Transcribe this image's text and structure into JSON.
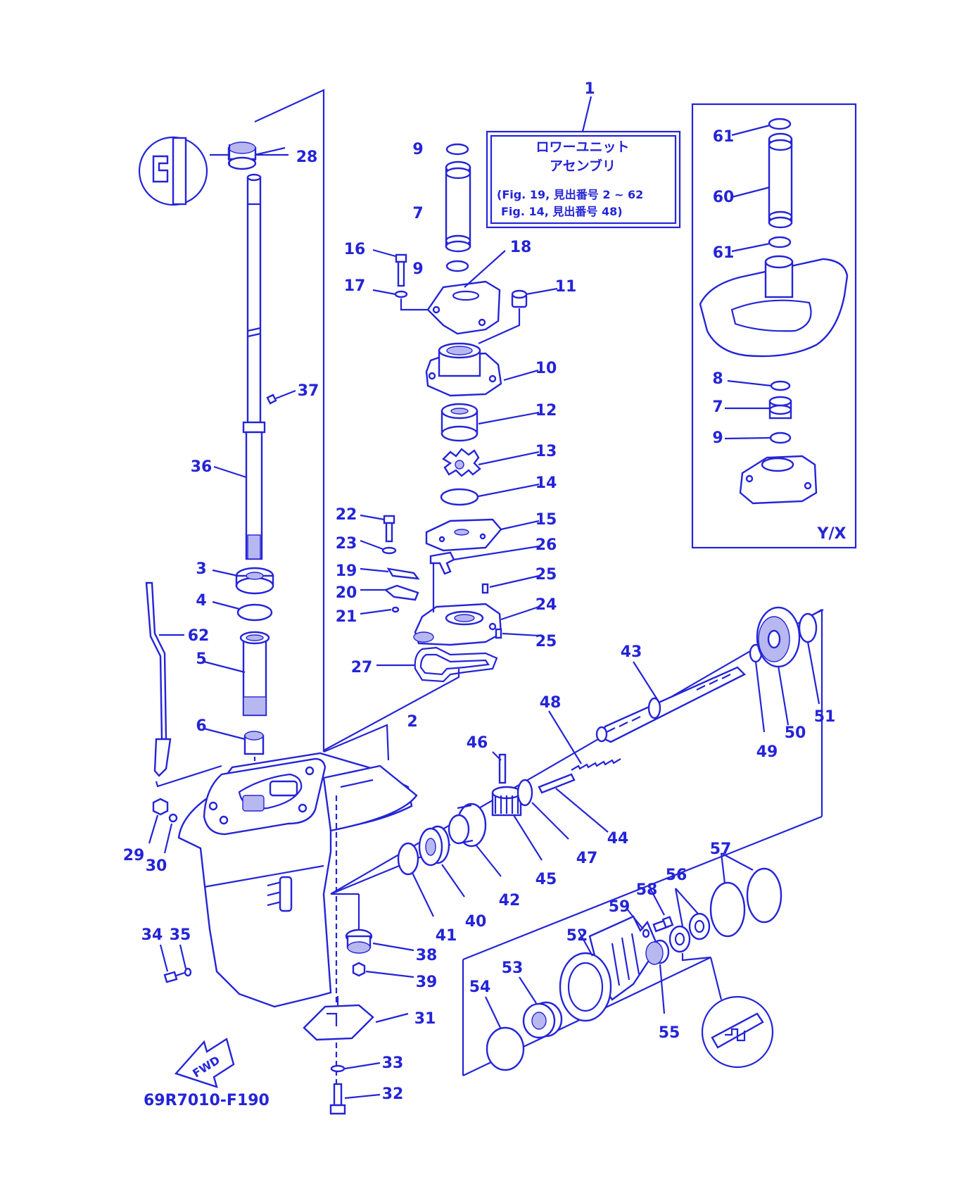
{
  "diagram": {
    "figure_code": "69R7010-F190",
    "fwd_label": "FWD",
    "variant_label": "Y/X",
    "assembly_box": {
      "number": "1",
      "title_line1": "ロワーユニット",
      "title_line2": "アセンブリ",
      "ref_line1": "(Fig. 19, 見出番号 2 ~ 62",
      "ref_line2": "Fig. 14, 見出番号 48)"
    },
    "callouts": [
      "2",
      "3",
      "4",
      "5",
      "6",
      "7",
      "8",
      "9",
      "10",
      "11",
      "12",
      "13",
      "14",
      "15",
      "16",
      "17",
      "18",
      "19",
      "20",
      "21",
      "22",
      "23",
      "24",
      "25",
      "26",
      "27",
      "28",
      "29",
      "30",
      "31",
      "32",
      "33",
      "34",
      "35",
      "36",
      "37",
      "38",
      "39",
      "40",
      "41",
      "42",
      "43",
      "44",
      "45",
      "46",
      "47",
      "48",
      "49",
      "50",
      "51",
      "52",
      "53",
      "54",
      "55",
      "56",
      "57",
      "58",
      "59",
      "60",
      "61",
      "62"
    ]
  },
  "colors": {
    "ink": "#2424d8",
    "shade": "#b8b8f0",
    "background": "#ffffff"
  }
}
